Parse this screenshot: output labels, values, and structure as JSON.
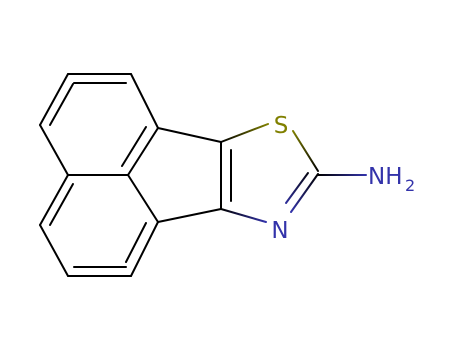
{
  "molecule": {
    "atoms": {
      "S": "S",
      "N": "N",
      "NH2_main": "NH",
      "NH2_sub": "2"
    },
    "colors": {
      "bond": "#000000",
      "sulfur": "#808000",
      "nitrogen": "#3333aa"
    }
  }
}
